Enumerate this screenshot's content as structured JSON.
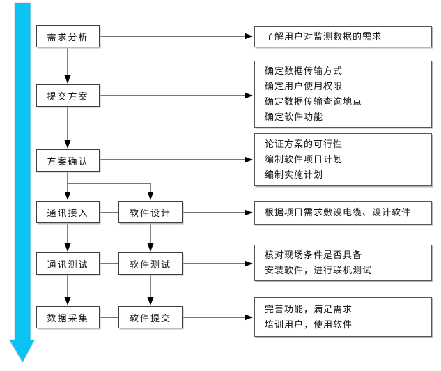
{
  "flow": {
    "left_steps": [
      {
        "label": "需求分析"
      },
      {
        "label": "提交方案"
      },
      {
        "label": "方案确认"
      },
      {
        "label": "通讯接入"
      },
      {
        "label": "通讯测试"
      },
      {
        "label": "数据采集"
      }
    ],
    "middle_steps": [
      {
        "label": "软件设计"
      },
      {
        "label": "软件测试"
      },
      {
        "label": "软件提交"
      }
    ],
    "details": [
      {
        "lines": [
          "了解用户对监测数据的需求"
        ]
      },
      {
        "lines": [
          "确定数据传输方式",
          "确定用户使用权限",
          "确定数据传输查询地点",
          "确定软件功能"
        ]
      },
      {
        "lines": [
          "论证方案的可行性",
          "编制软件项目计划",
          "编制实施计划"
        ]
      },
      {
        "lines": [
          "根据项目需求敷设电缆、设计软件"
        ]
      },
      {
        "lines": [
          "核对现场条件是否具备",
          "安装软件，进行联机测试"
        ]
      },
      {
        "lines": [
          "完善功能，满足需求",
          "培训用户，使用软件"
        ]
      }
    ],
    "colors": {
      "timeline_arrow": "#0cc2f2",
      "connector_line": "#4a4a4a",
      "arrowhead": "#000000",
      "box_border": "#3f3f3f"
    }
  }
}
